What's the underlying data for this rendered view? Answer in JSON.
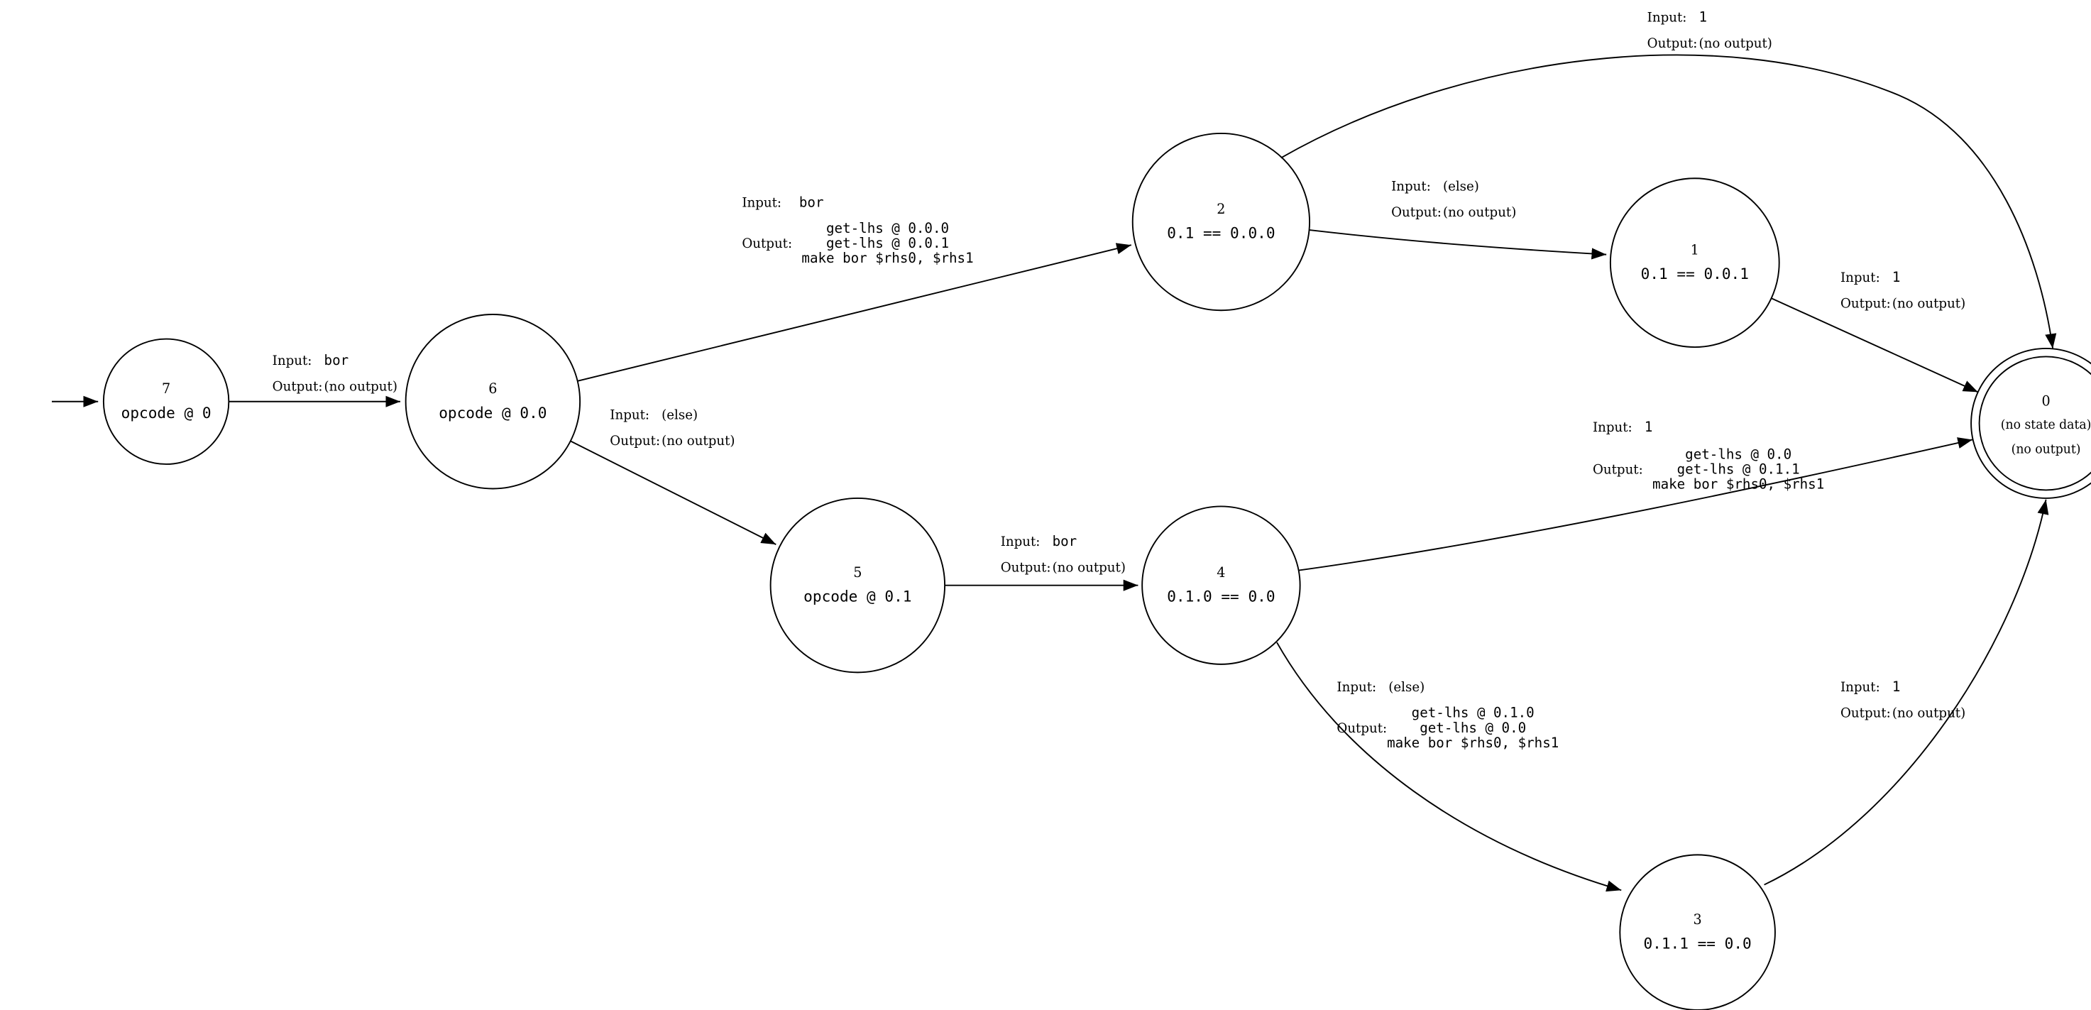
{
  "labels": {
    "input": "Input:",
    "output": "Output:"
  },
  "nodes": {
    "n7": {
      "id": "7",
      "data": "opcode @ 0"
    },
    "n6": {
      "id": "6",
      "data": "opcode @ 0.0"
    },
    "n5": {
      "id": "5",
      "data": "opcode @ 0.1"
    },
    "n4": {
      "id": "4",
      "data": "0.1.0 == 0.0"
    },
    "n3": {
      "id": "3",
      "data": "0.1.1 == 0.0"
    },
    "n2": {
      "id": "2",
      "data": "0.1 == 0.0.0"
    },
    "n1": {
      "id": "1",
      "data": "0.1 == 0.0.1"
    },
    "n0": {
      "id": "0",
      "lines": [
        "(no state data)",
        "(no output)"
      ]
    }
  },
  "edges": {
    "e_7_6": {
      "input": "bor",
      "output": "(no output)"
    },
    "e_6_2": {
      "input": "bor",
      "output_lines": [
        "get-lhs @ 0.0.0",
        "get-lhs @ 0.0.1",
        "make bor $rhs0, $rhs1"
      ]
    },
    "e_6_5": {
      "input": "(else)",
      "output": "(no output)"
    },
    "e_5_4": {
      "input": "bor",
      "output": "(no output)"
    },
    "e_2_1": {
      "input": "(else)",
      "output": "(no output)"
    },
    "e_2_0": {
      "input": "1",
      "output": "(no output)"
    },
    "e_1_0": {
      "input": "1",
      "output": "(no output)"
    },
    "e_4_0": {
      "input": "1",
      "output_lines": [
        "get-lhs @ 0.0",
        "get-lhs @ 0.1.1",
        "make bor $rhs0, $rhs1"
      ]
    },
    "e_4_3": {
      "input": "(else)",
      "output_lines": [
        "get-lhs @ 0.1.0",
        "get-lhs @ 0.0",
        "make bor $rhs0, $rhs1"
      ]
    },
    "e_3_0": {
      "input": "1",
      "output": "(no output)"
    }
  }
}
